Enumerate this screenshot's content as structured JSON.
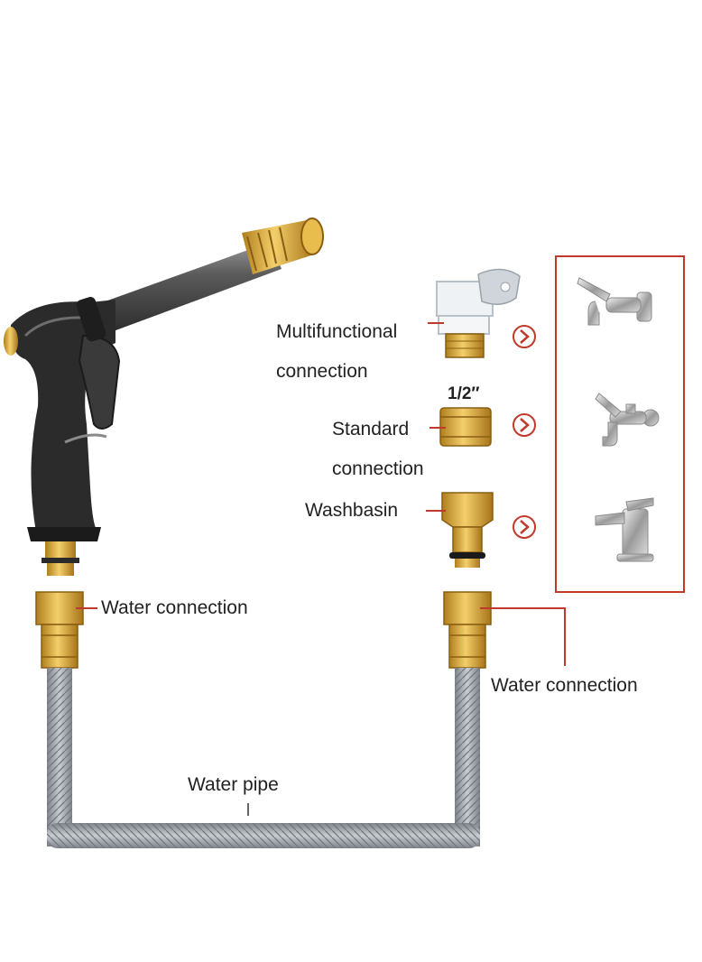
{
  "labels": {
    "multifunctional_line1": "Multifunctional",
    "multifunctional_line2": "connection",
    "half_inch": "1/2″",
    "standard_line1": "Standard",
    "standard_line2": "connection",
    "washbasin": "Washbasin",
    "water_connection_left": "Water connection",
    "water_connection_right": "Water connection",
    "water_pipe": "Water pipe"
  },
  "colors": {
    "accent": "#c0392b",
    "brass": "#d4a73a",
    "gun_body": "#2b2b2b",
    "hose": "#9aa0a6"
  }
}
